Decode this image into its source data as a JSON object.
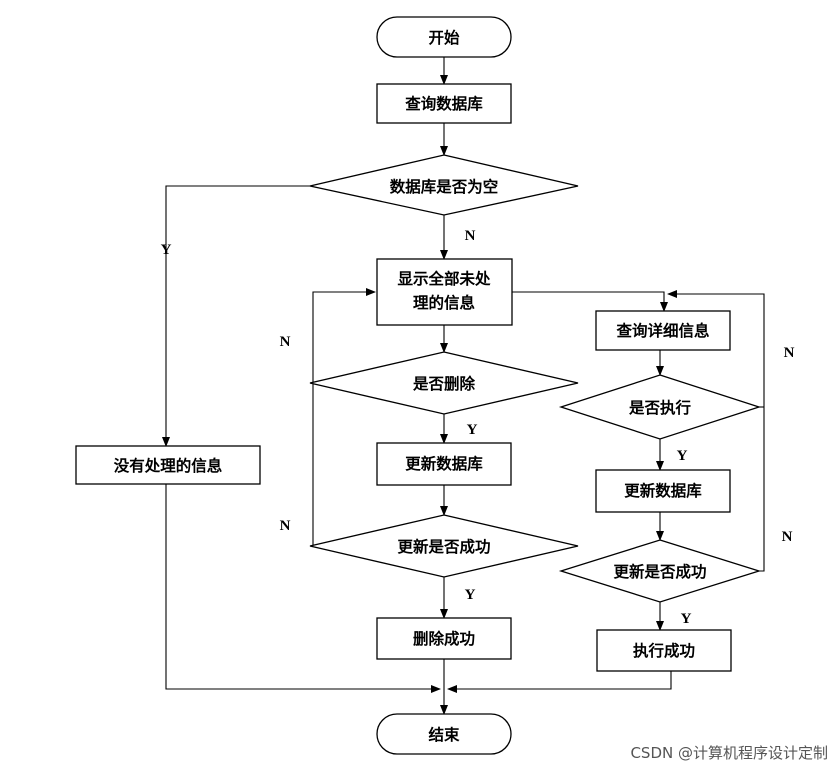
{
  "nodes": {
    "start": "开始",
    "query_db": "查询数据库",
    "db_empty": "数据库是否为空",
    "show_unprocessed_line1": "显示全部未处",
    "show_unprocessed_line2": "理的信息",
    "no_unprocessed": "没有处理的信息",
    "delete_q": "是否删除",
    "update_db_left": "更新数据库",
    "update_ok_left": "更新是否成功",
    "delete_ok": "删除成功",
    "query_detail": "查询详细信息",
    "execute_q": "是否执行",
    "update_db_right": "更新数据库",
    "update_ok_right": "更新是否成功",
    "execute_ok": "执行成功",
    "end": "结束"
  },
  "labels": {
    "empty_yes": "Y",
    "empty_no": "N",
    "delete_no": "N",
    "delete_yes": "Y",
    "update_left_no": "N",
    "update_left_yes": "Y",
    "execute_yes": "Y",
    "execute_no": "N",
    "update_right_no": "N",
    "update_right_yes": "Y"
  },
  "watermark": "CSDN @计算机程序设计定制"
}
